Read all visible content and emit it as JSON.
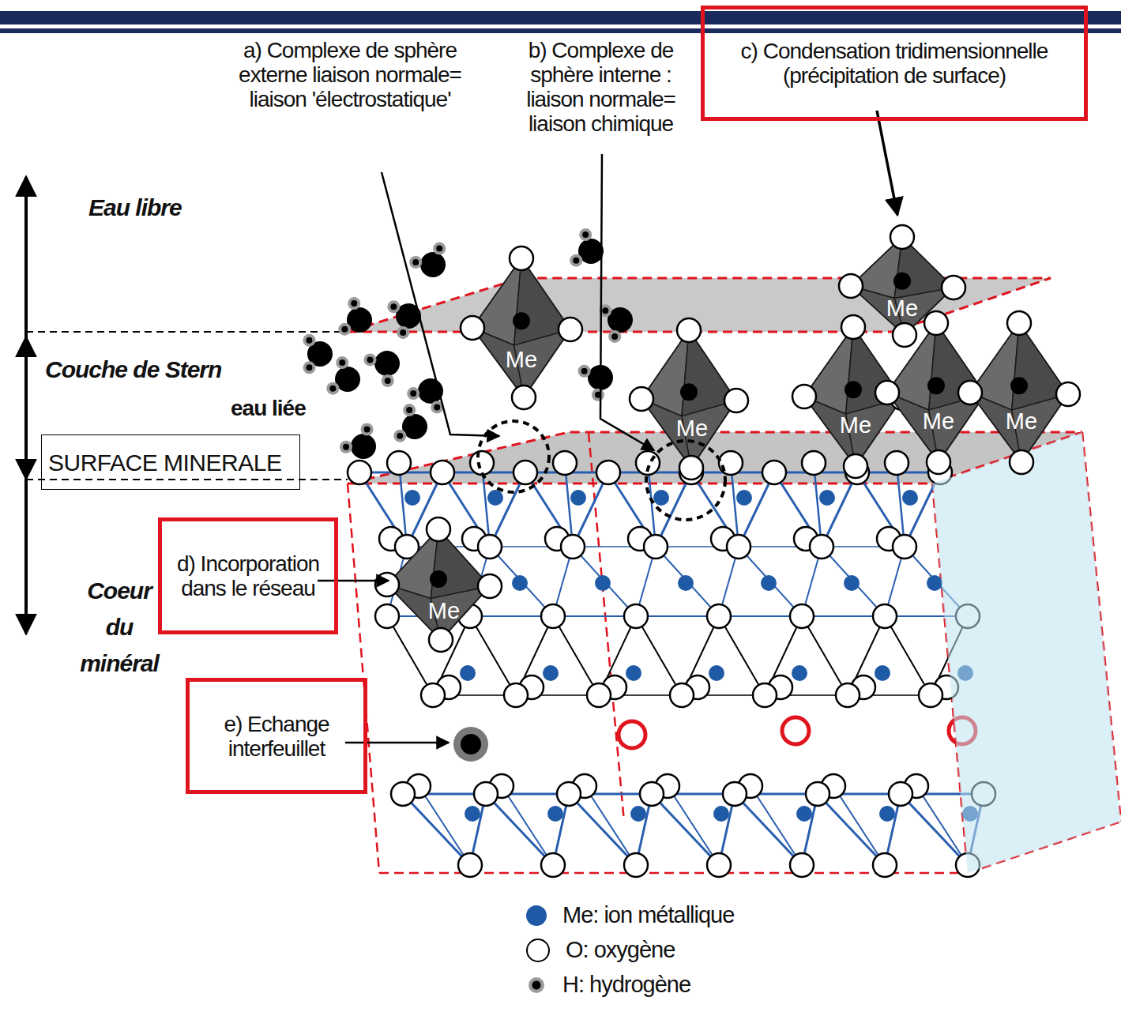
{
  "diagram": {
    "nodes": [
      {
        "text": [
          "c) Condensation tridimensionnelle (précipitation de surface)"
        ]
      },
      {
        "text": [
          "SURFACE MINERALE"
        ]
      },
      {
        "text": [
          "d) Incorporation dans le réseau"
        ]
      },
      {
        "text": [
          "e) Echange interfeuillet"
        ]
      }
    ],
    "labels": [
      "a) Complexe de sphère externe liaison normale= liaison 'électrostatique'",
      "b) Complexe de sphère interne : liaison normale= liaison chimique",
      "Eau libre",
      "Couche de Stern",
      "eau liée",
      "Coeur du minéral",
      "Me",
      "Me",
      "Me",
      "Me",
      "Me",
      "Me",
      "Me"
    ],
    "legend": [
      {
        "text": "Me: ion métallique",
        "color": "#1f5aa6"
      },
      {
        "text": "O: oxygène"
      },
      {
        "text": "H: hydrogène"
      }
    ]
  }
}
